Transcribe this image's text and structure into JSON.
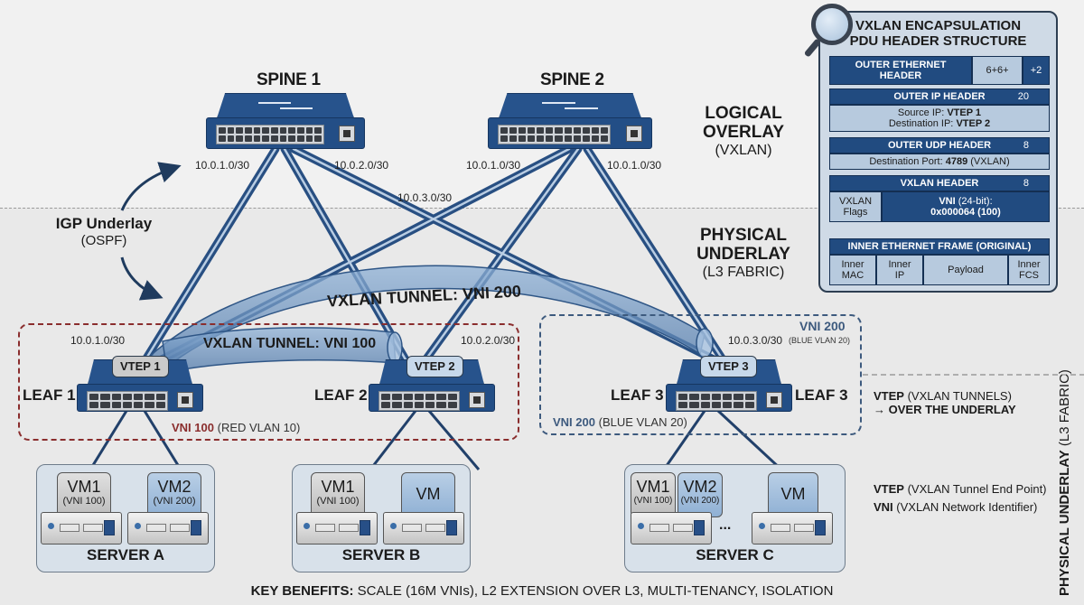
{
  "spines": [
    {
      "label": "SPINE 1",
      "ip_left": "10.0.1.0/30",
      "ip_right": "10.0.2.0/30"
    },
    {
      "label": "SPINE 2",
      "ip_left": "10.0.1.0/30",
      "ip_right": "10.0.1.0/30"
    }
  ],
  "mid_ip": "10.0.3.0/30",
  "overlay": {
    "title": "LOGICAL\nOVERLAY",
    "sub": "(VXLAN)"
  },
  "underlay": {
    "title": "PHYSICAL\nUNDERLAY",
    "sub": "(L3 FABRIC)"
  },
  "igp": {
    "title": "IGP Underlay",
    "sub": "(OSPF)"
  },
  "tunnels": {
    "vni100": "VXLAN TUNNEL: VNI 100",
    "vni200": "VXLAN TUNNEL: VNI 200"
  },
  "leaves": [
    {
      "label": "LEAF 1",
      "vtep": "VTEP 1",
      "ip": "10.0.1.0/30"
    },
    {
      "label": "LEAF 2",
      "vtep": "VTEP 2",
      "ip": "10.0.2.0/30"
    },
    {
      "label": "LEAF 3",
      "label_right": "LEAF 3",
      "vtep": "VTEP 3",
      "ip": "10.0.3.0/30"
    }
  ],
  "zones": {
    "red": {
      "vni": "VNI 100",
      "desc": "(RED VLAN 10)",
      "color": "#8a2d2d"
    },
    "blue": {
      "vni": "VNI 200",
      "desc": "(BLUE VLAN 20)",
      "color": "#3d5a7e"
    },
    "blue_top": {
      "vni": "VNI 200",
      "desc": "(BLUE VLAN 20)"
    }
  },
  "servers": [
    {
      "label": "SERVER A",
      "vms": [
        {
          "name": "VM1",
          "vni": "(VNI 100)"
        },
        {
          "name": "VM2",
          "vni": "(VNI 200)"
        }
      ]
    },
    {
      "label": "SERVER B",
      "vms": [
        {
          "name": "VM1",
          "vni": "(VNI 100)"
        },
        {
          "name": "VM",
          "vni": ""
        }
      ]
    },
    {
      "label": "SERVER C",
      "vms": [
        {
          "name": "VM1",
          "vni": "(VNI 100)"
        },
        {
          "name": "VM2",
          "vni": "(VNI 200)"
        },
        {
          "name": "VM",
          "vni": ""
        }
      ],
      "ellipsis": "..."
    }
  ],
  "pdu": {
    "title": "VXLAN ENCAPSULATION\nPDU HEADER STRUCTURE",
    "outer_eth": {
      "label": "OUTER ETHERNET\nHEADER",
      "size_a": "6+6+",
      "size_b": "+2"
    },
    "outer_ip": {
      "label": "OUTER IP HEADER",
      "size": "20",
      "src_label": "Source IP:",
      "src": "VTEP 1",
      "dst_label": "Destination IP:",
      "dst": "VTEP 2"
    },
    "outer_udp": {
      "label": "OUTER UDP HEADER",
      "size": "8",
      "port_label": "Destination Port:",
      "port": "4789",
      "port_note": "(VXLAN)"
    },
    "vxlan": {
      "label": "VXLAN HEADER",
      "size": "8",
      "flags": "VXLAN\nFlags",
      "vni_label": "VNI",
      "vni_bits": "(24-bit):",
      "vni_value": "0x000064 (100)"
    },
    "inner": {
      "label": "INNER ETHERNET FRAME (ORIGINAL)",
      "cells": [
        "Inner\nMAC",
        "Inner\nIP",
        "Payload",
        "Inner\nFCS"
      ]
    }
  },
  "legend": {
    "tunnels_bold": "VTEP",
    "tunnels_text": "(VXLAN TUNNELS)",
    "over": "→ OVER THE UNDERLAY",
    "vtep_bold": "VTEP",
    "vtep_text": "(VXLAN Tunnel End Point)",
    "vni_bold": "VNI",
    "vni_text": "(VXLAN Network Identifier)"
  },
  "vertical": {
    "bold": "PHYSICAL UNDERLAY",
    "text": "(L3 FABRIC)"
  },
  "footer": {
    "bold": "KEY BENEFITS:",
    "text": "SCALE (16M VNIs), L2 EXTENSION OVER L3, MULTI-TENANCY, ISOLATION"
  }
}
